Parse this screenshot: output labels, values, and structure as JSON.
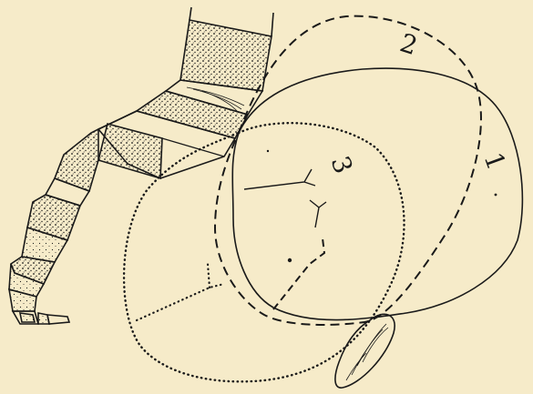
{
  "figure": {
    "labels": {
      "outline_1": "1",
      "outline_2": "2",
      "outline_3": "3"
    },
    "colors": {
      "background": "#f6ebc9",
      "ink": "#1a1a1a"
    }
  }
}
